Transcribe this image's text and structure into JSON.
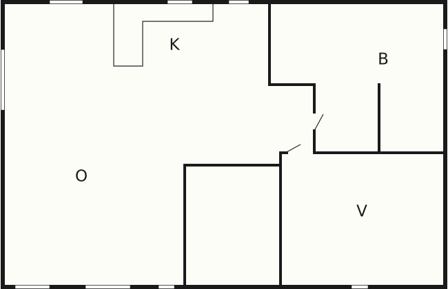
{
  "floor_plan": {
    "colors": {
      "background": "#fdfdf8",
      "wall": "#1a1a1a",
      "opening": "#ffffff",
      "line": "#222222"
    },
    "rooms": [
      {
        "id": "living",
        "label": "O"
      },
      {
        "id": "kitchen",
        "label": "K"
      },
      {
        "id": "bedroom",
        "label": "B"
      },
      {
        "id": "bathroom",
        "label": "V"
      }
    ]
  }
}
